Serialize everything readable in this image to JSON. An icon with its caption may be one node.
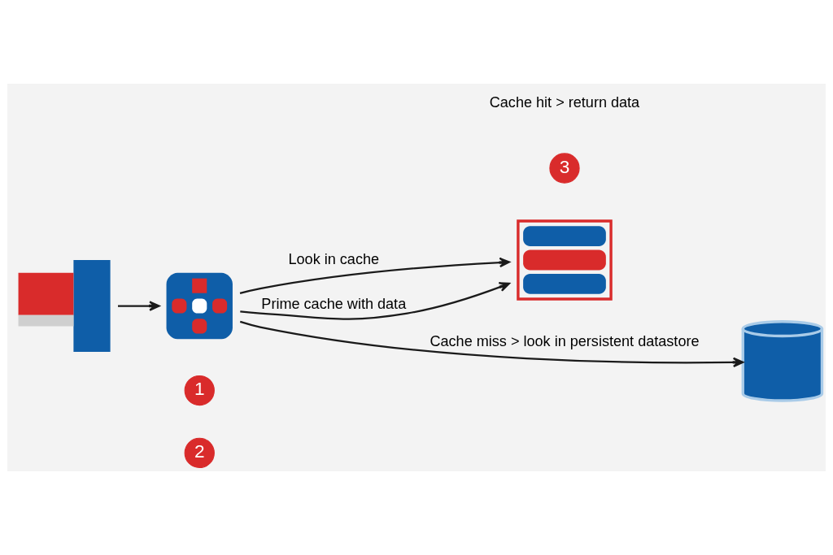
{
  "diagram": {
    "nodes": [
      {
        "text": [
          "1"
        ]
      },
      {
        "text": [],
        "shape": "picture"
      },
      {
        "text": [],
        "shape": "picture"
      },
      {
        "text": [
          "3"
        ]
      },
      {
        "text": [],
        "shape": "picture"
      },
      {
        "text": [],
        "shape": "picture"
      },
      {
        "text": [
          "2"
        ]
      }
    ],
    "edges": [
      {
        "from": 1,
        "to": 2,
        "arrow": "to"
      },
      {
        "from": 2,
        "to": 4,
        "arrow": "to",
        "label": "Look in cache"
      },
      {
        "from": 2,
        "to": 4,
        "arrow": "to",
        "label": "Prime cache with data"
      },
      {
        "from": 2,
        "to": 5,
        "arrow": "to",
        "label": "Cache miss > look in persistent datastore"
      }
    ],
    "labels": [
      "Cache hit > return data"
    ]
  }
}
